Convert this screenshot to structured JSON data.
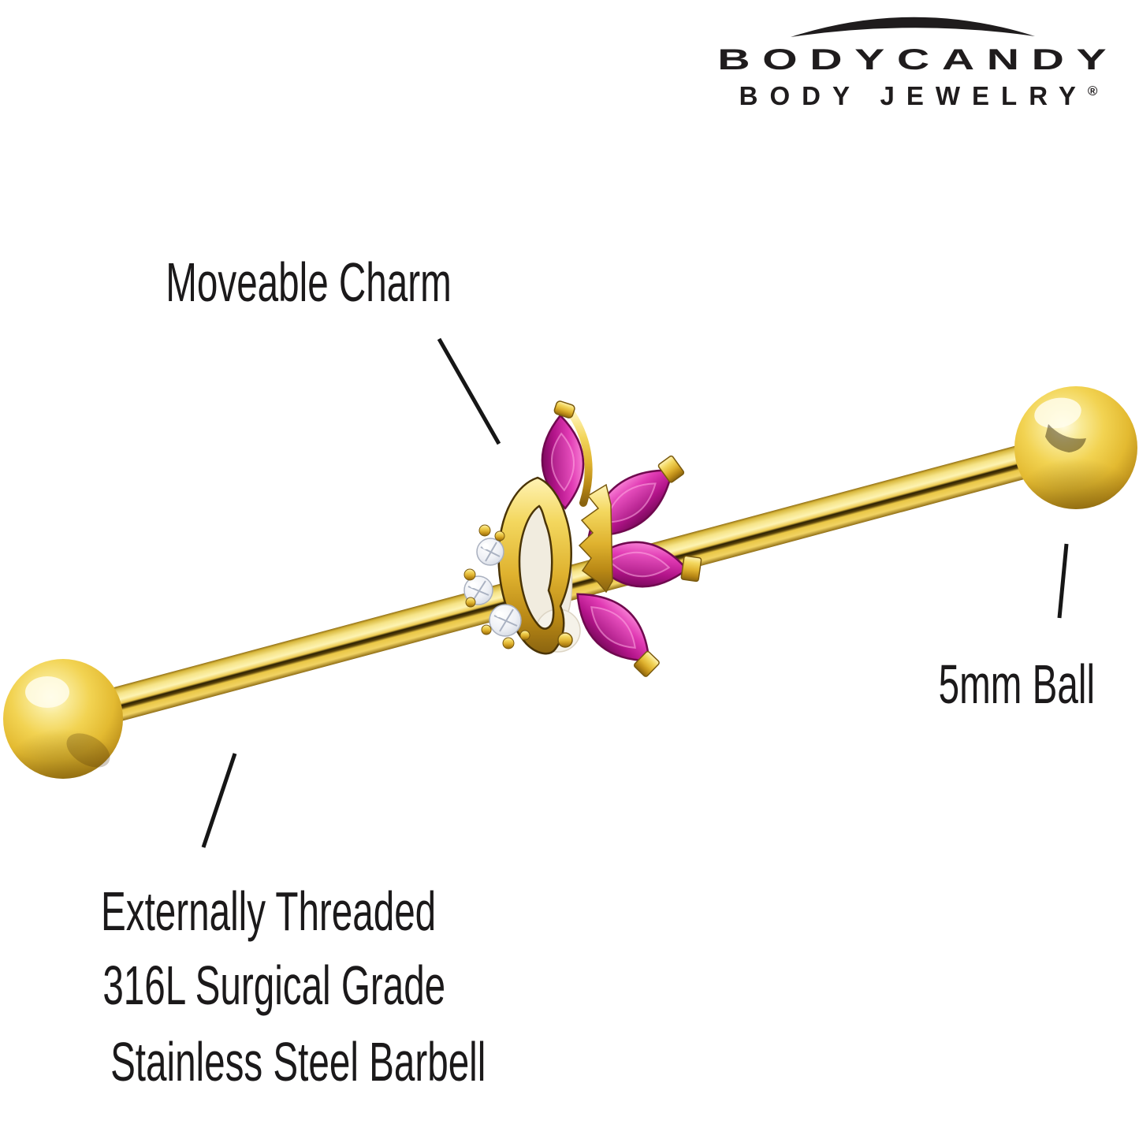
{
  "page": {
    "background_color": "#ffffff"
  },
  "logo": {
    "brand": "BODYCANDY",
    "tagline": "BODY JEWELRY",
    "registered_mark": "®",
    "text_color": "#1f1c1d"
  },
  "callouts": {
    "moveable_charm": {
      "label": "Moveable Charm"
    },
    "ball": {
      "label": "5mm Ball"
    },
    "barbell": {
      "line1": "Externally Threaded",
      "line2": "316L Surgical Grade",
      "line3": "Stainless Steel Barbell"
    }
  },
  "palette": {
    "ink": "#1b191a",
    "logo": "#1f1c1d",
    "callout_line": "#161616",
    "gold": "#e9c440",
    "gold_dark": "#8a6410",
    "gem_pink": "#cf1fa0",
    "cz_clear": "#eef0f5",
    "pearl": "#f2ede0"
  }
}
